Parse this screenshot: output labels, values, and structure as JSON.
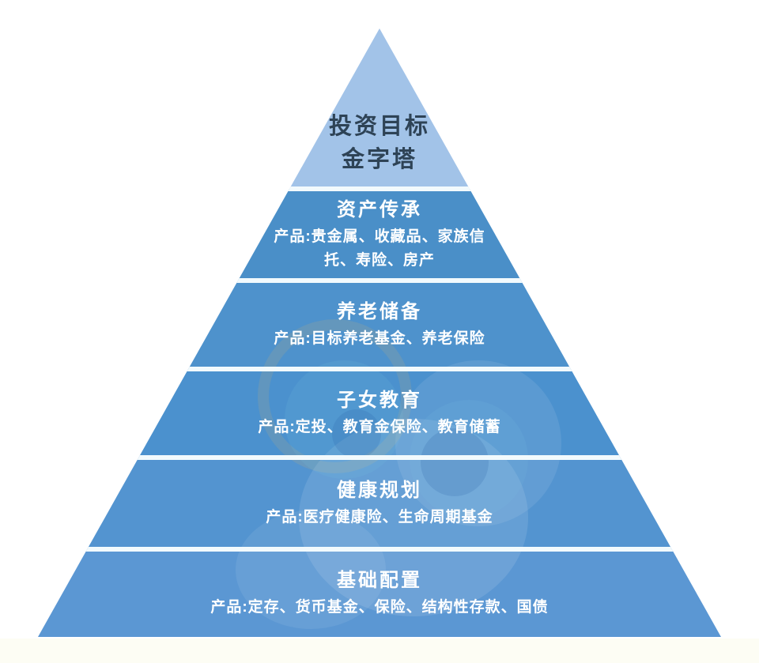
{
  "apex": {
    "line1": "投资目标",
    "line2": "金字塔"
  },
  "levels": [
    {
      "title": "资产传承",
      "products": "产品:贵金属、收藏品、家族信托、寿险、房产"
    },
    {
      "title": "养老储备",
      "products": "产品:目标养老基金、养老保险"
    },
    {
      "title": "子女教育",
      "products": "产品:定投、教育金保险、教育储蓄"
    },
    {
      "title": "健康规划",
      "products": "产品:医疗健康险、生命周期基金"
    },
    {
      "title": "基础配置",
      "products": "产品:定存、货币基金、保险、结构性存款、国债"
    }
  ],
  "colors": {
    "apex_band": "#a2c3e8",
    "apex_text": "#2e4356",
    "level2_band": "#4a8fc8",
    "level3_band": "#4e92cc",
    "level4_band": "#4b91ce",
    "level5_band": "#5394d0",
    "level6_band": "#5b97d3",
    "gap_line": "#f2fafd",
    "level_text": "#ffffff",
    "bottom_strip": "#fdfdf4"
  }
}
